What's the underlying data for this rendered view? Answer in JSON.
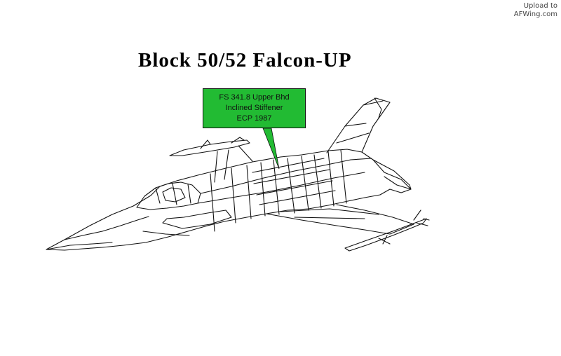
{
  "watermark": {
    "line1": "Upload to",
    "line2": "AFWing.com"
  },
  "title": "Block 50/52 Falcon-UP",
  "callout": {
    "lines": [
      "FS 341.8 Upper Bhd",
      "Inclined Stiffener",
      "ECP 1987"
    ],
    "fill_color": "#22bb33",
    "pointer_color": "#22bb33"
  },
  "illustration": {
    "subject": "F-16 Block 50/52 line drawing",
    "line_color": "#111111"
  }
}
